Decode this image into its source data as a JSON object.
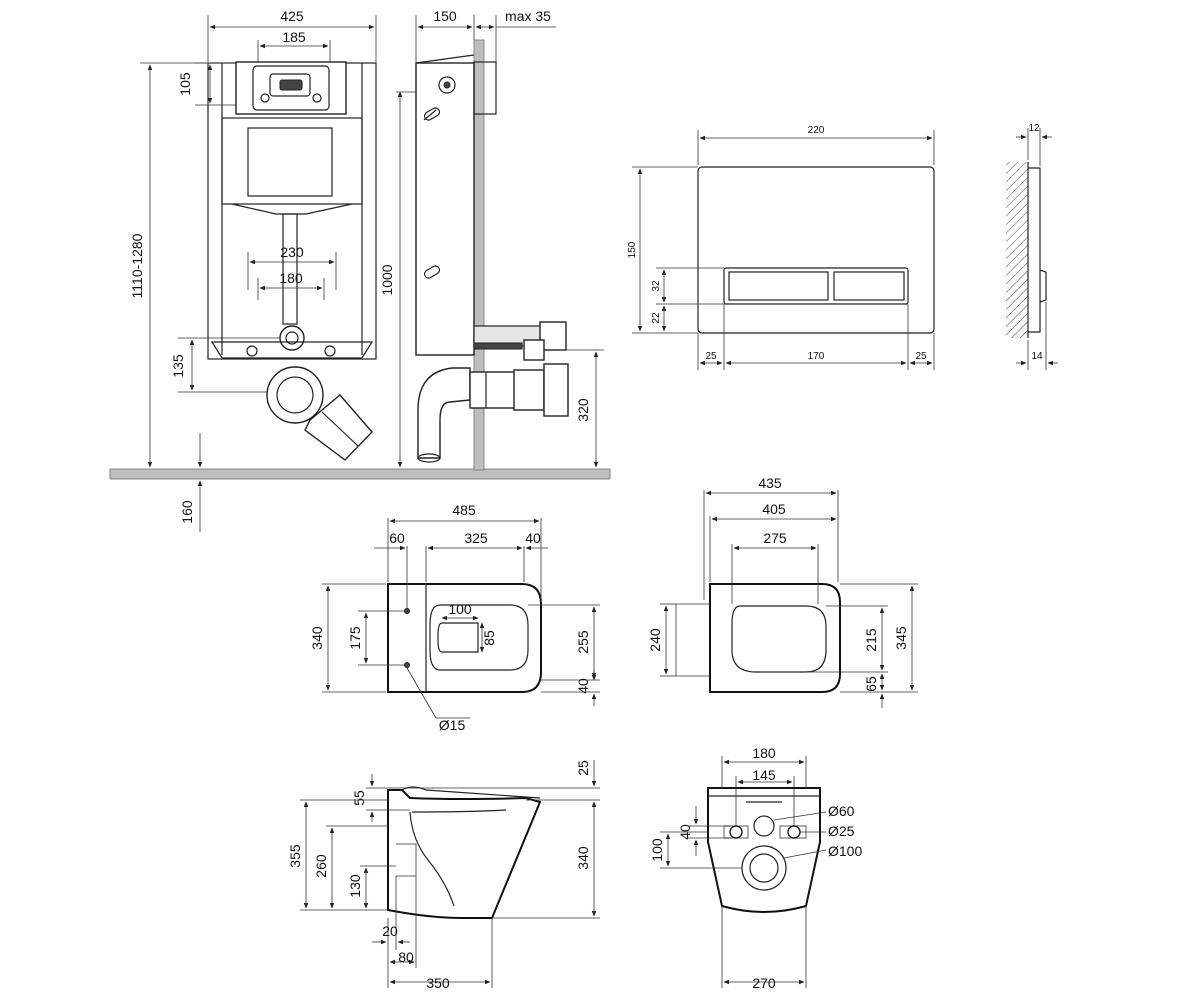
{
  "frame": {
    "width": "425",
    "inner": "185",
    "top": "105",
    "height_range": "1110-1280",
    "pipe_outer": "230",
    "pipe_inner": "180",
    "drain": "135",
    "floor": "160"
  },
  "side": {
    "depth": "150",
    "max": "max 35",
    "height": "1000",
    "outlet": "320"
  },
  "plate": {
    "width": "220",
    "height": "150",
    "btn_h": "32",
    "btn_bottom": "22",
    "margin_left": "25",
    "btn_w": "170",
    "margin_right": "25"
  },
  "plate_side": {
    "top": "12",
    "bottom": "14"
  },
  "bowl_top": {
    "total": "485",
    "left": "60",
    "mid": "325",
    "right": "40",
    "hole_w": "100",
    "hole_h": "85",
    "height": "340",
    "holes": "175",
    "inner": "255",
    "edge": "40",
    "hole_d": "Ø15"
  },
  "seat": {
    "total": "435",
    "mid": "405",
    "inner": "275",
    "left_h": "240",
    "inner_h": "215",
    "height": "345",
    "edge": "65"
  },
  "bowl_side": {
    "t25": "25",
    "t55": "55",
    "h355": "355",
    "h260": "260",
    "h130": "130",
    "h340": "340",
    "b20": "20",
    "b80": "80",
    "b350": "350"
  },
  "bowl_back": {
    "w180": "180",
    "w145": "145",
    "d60": "Ø60",
    "d25": "Ø25",
    "d100": "Ø100",
    "h40": "40",
    "h100": "100",
    "w270": "270"
  }
}
